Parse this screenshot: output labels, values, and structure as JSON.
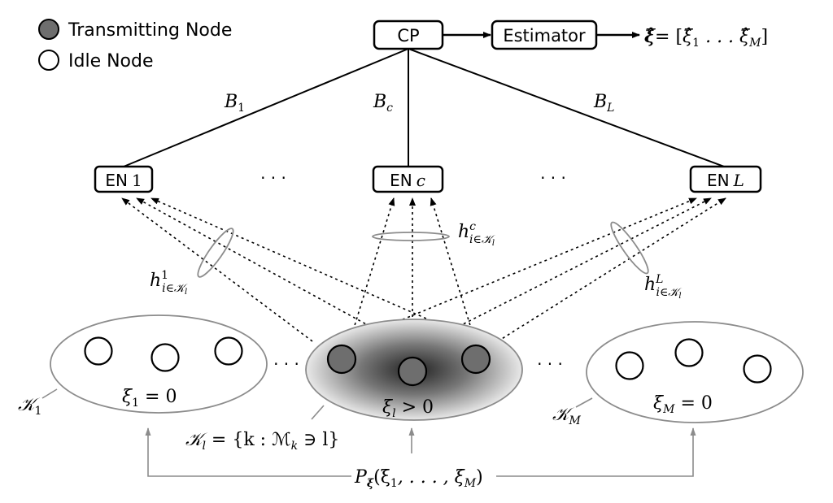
{
  "legend": {
    "transmitting_label": "Transmitting Node",
    "idle_label": "Idle Node"
  },
  "blocks": {
    "cp_label": "CP",
    "estimator_label": "Estimator",
    "output_symbol": "ξ̂",
    "output_eq": "= [",
    "output_first": "ξ̂",
    "output_first_sub": "1",
    "output_dots": " . . . ",
    "output_last": "ξ̂",
    "output_last_sub": "M",
    "output_close": "]"
  },
  "backhaul": {
    "b1": "B",
    "b1_sub": "1",
    "bc": "B",
    "bc_sub": "c",
    "bl": "B",
    "bl_sub": "L"
  },
  "edge_nodes": {
    "en1_prefix": "EN",
    "en1_index": "1",
    "enc_prefix": "EN",
    "enc_index": "c",
    "enl_prefix": "EN",
    "enl_index": "L",
    "ellipsis": "· · ·"
  },
  "channels": {
    "h1_base": "h",
    "h1_sup": "1",
    "h1_sub": "i∈𝒦",
    "h1_subsub": "l",
    "hc_base": "h",
    "hc_sup": "c",
    "hc_sub": "i∈𝒦",
    "hc_subsub": "l",
    "hl_base": "h",
    "hl_sup": "L",
    "hl_sub": "i∈𝒦",
    "hl_subsub": "l"
  },
  "clusters": {
    "k1_label": "𝒦",
    "k1_sub": "1",
    "k1_eq": "ξ",
    "k1_eq_sub": "1",
    "k1_eq_rhs": " = 0",
    "kl_eq": "ξ",
    "kl_eq_sub": "l",
    "kl_eq_rhs": " > 0",
    "kl_def": "𝒦",
    "kl_def_sub": "l",
    "kl_def_rhs": " = {k : ℳ",
    "kl_def_rhs_sub": "k",
    "kl_def_rhs_tail": " ∋ l}",
    "km_label": "𝒦",
    "km_sub": "M",
    "km_eq": "ξ",
    "km_eq_sub": "M",
    "km_eq_rhs": " = 0",
    "ellipsis": "· · ·"
  },
  "prior": {
    "p": "P",
    "p_sub": "ξ",
    "args": "(ξ",
    "arg1_sub": "1",
    "args_mid": ", . . . , ξ",
    "arg2_sub": "M",
    "args_close": ")"
  },
  "colors": {
    "node_fill": "#6e6e6e",
    "idle_fill": "#ffffff",
    "gray_line": "#8c8c8c"
  }
}
